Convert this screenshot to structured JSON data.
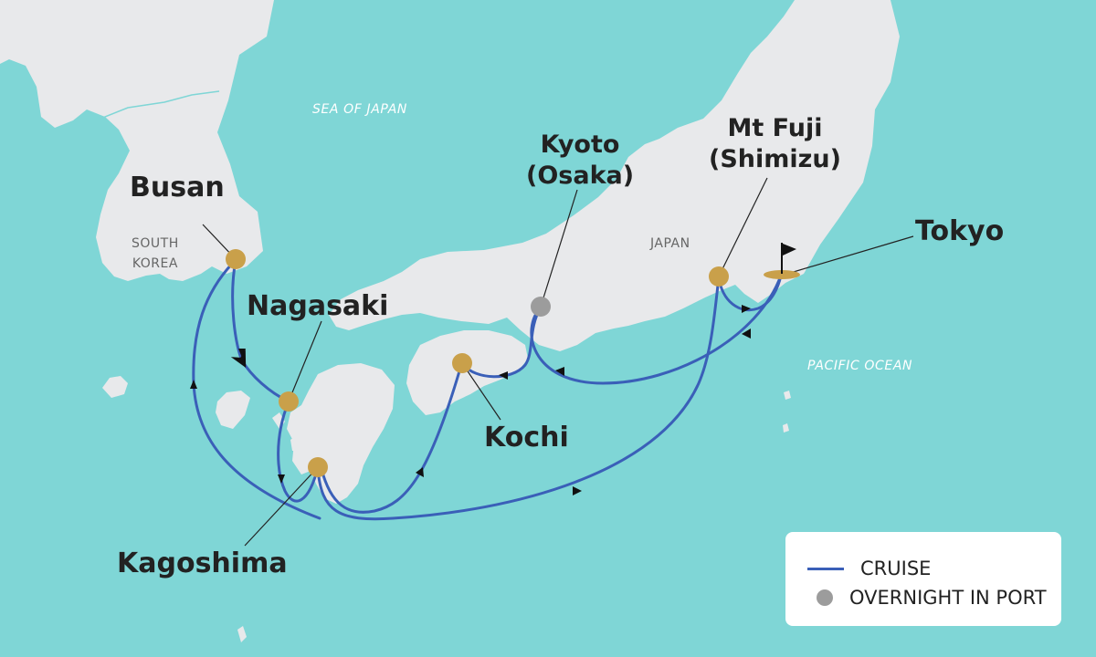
{
  "map": {
    "colors": {
      "ocean": "#7fd6d6",
      "land": "#e8e9eb",
      "route": "#3a5fb8",
      "port": "#c9a04a",
      "overnight": "#9c9c9c",
      "leader": "#222222"
    },
    "seas": {
      "sea_of_japan": "SEA OF JAPAN",
      "pacific": "PACIFIC OCEAN"
    },
    "regions": {
      "korea_line1": "SOUTH",
      "korea_line2": "KOREA",
      "japan": "JAPAN"
    },
    "ports": {
      "busan": "Busan",
      "nagasaki": "Nagasaki",
      "kagoshima": "Kagoshima",
      "kochi": "Kochi",
      "kyoto_line1": "Kyoto",
      "kyoto_line2": "(Osaka)",
      "fuji_line1": "Mt Fuji",
      "fuji_line2": "(Shimizu)",
      "tokyo": "Tokyo"
    },
    "start_icon": "flag-icon"
  },
  "legend": {
    "cruise_label": "CRUISE",
    "overnight_label": "OVERNIGHT IN PORT"
  }
}
